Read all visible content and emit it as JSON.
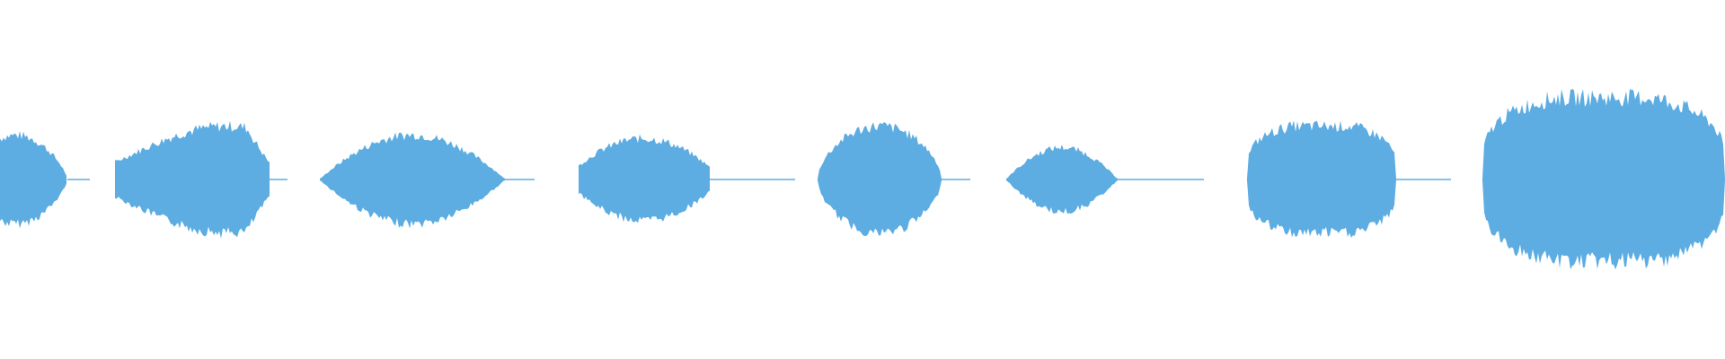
{
  "waveform": {
    "color": "#5dade2",
    "background": "#ffffff",
    "segments": [
      {
        "label": "",
        "peak": 0.25
      },
      {
        "label": "",
        "peak": 0.3
      },
      {
        "label": "",
        "peak": 0.25
      },
      {
        "label": "",
        "peak": 0.23
      },
      {
        "label": "",
        "peak": 0.3
      },
      {
        "label": "",
        "peak": 0.18
      },
      {
        "label": "",
        "peak": 0.3
      },
      {
        "label": "",
        "peak": 0.46
      }
    ]
  }
}
